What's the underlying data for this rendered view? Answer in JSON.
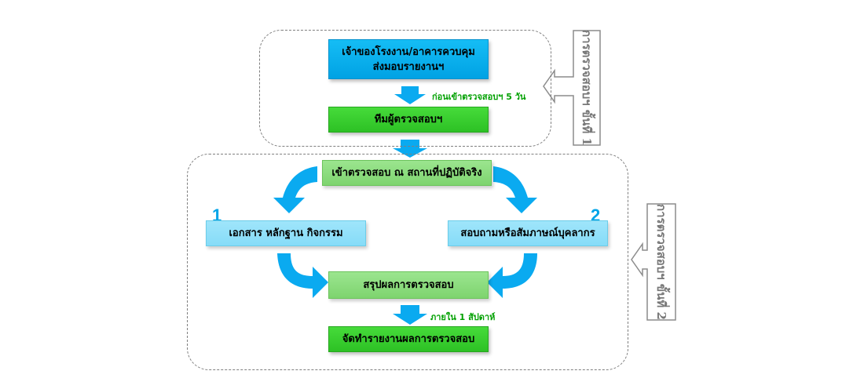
{
  "colors": {
    "blue_box": "#00a2e4",
    "green_box": "#2dc125",
    "light_green_box": "#7ed46f",
    "light_blue_box": "#86dcf8",
    "arrow": "#0aaaf0",
    "note_text": "#00a000",
    "number": "#00a4e8",
    "side_arrow_outline": "#8c8c8c"
  },
  "stage1": {
    "owner_box": {
      "line1": "เจ้าของโรงงาน/อาคารควบคุม",
      "line2": "ส่งมอบรายงานฯ"
    },
    "note": "ก่อนเข้าตรวจสอบฯ 5 วัน",
    "team_box": "ทีมผู้ตรวจสอบฯ",
    "side_label": "การตรวจสอบฯ ขั้นที่ 1"
  },
  "stage2": {
    "onsite_box": "เข้าตรวจสอบ ณ สถานที่ปฏิบัติจริง",
    "left_number": "1",
    "left_box": "เอกสาร หลักฐาน กิจกรรม",
    "right_number": "2",
    "right_box": "สอบถามหรือสัมภาษณ์บุคลากร",
    "summary_box": "สรุปผลการตรวจสอบ",
    "note": "ภายใน 1 สัปดาห์",
    "report_box": "จัดทำรายงานผลการตรวจสอบ",
    "side_label": "การตรวจสอบฯ ขั้นที่ 2"
  }
}
